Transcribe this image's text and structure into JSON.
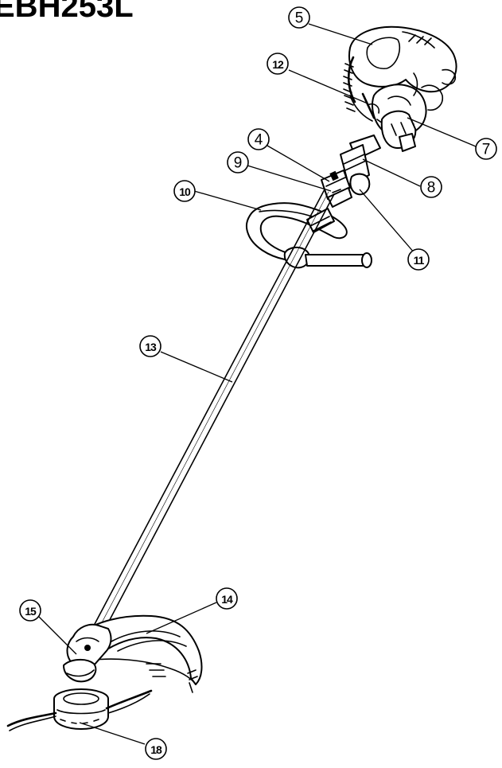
{
  "title": "EBH253L",
  "callouts": [
    {
      "label": "5"
    },
    {
      "label": "12"
    },
    {
      "label": "7"
    },
    {
      "label": "4"
    },
    {
      "label": "9"
    },
    {
      "label": "8"
    },
    {
      "label": "10"
    },
    {
      "label": "11"
    },
    {
      "label": "13"
    },
    {
      "label": "14"
    },
    {
      "label": "15"
    },
    {
      "label": "18"
    }
  ]
}
